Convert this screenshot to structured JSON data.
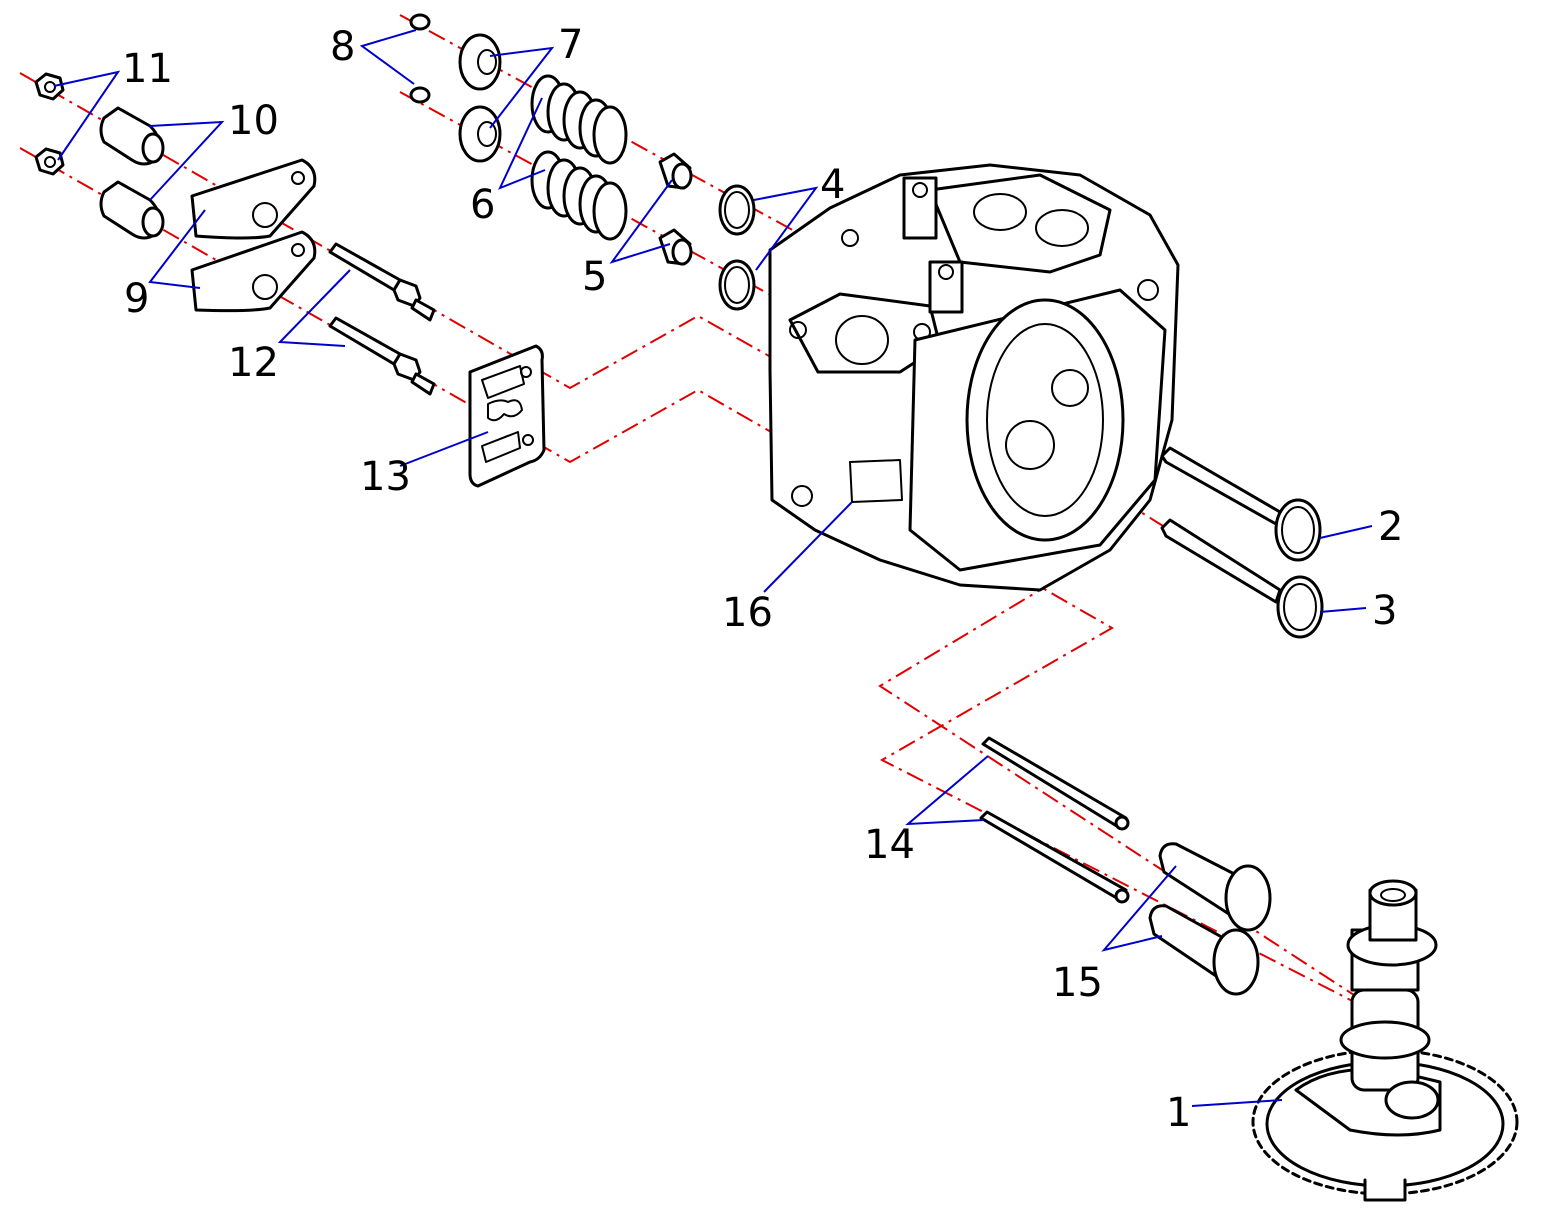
{
  "callouts": {
    "c1": "1",
    "c2": "2",
    "c3": "3",
    "c4": "4",
    "c5": "5",
    "c6": "6",
    "c7": "7",
    "c8": "8",
    "c9": "9",
    "c10": "10",
    "c11": "11",
    "c12": "12",
    "c13": "13",
    "c14": "14",
    "c15": "15",
    "c16": "16"
  },
  "colors": {
    "axis_line": "#e00000",
    "leader_line": "#0000cc",
    "part_outline": "#000000"
  },
  "parts": [
    "camshaft-gear-icon",
    "valve-icon",
    "valve-icon",
    "valve-seal-ring-icon",
    "valve-guide-icon",
    "valve-spring-icon",
    "spring-retainer-icon",
    "valve-cotter-icon",
    "rocker-arm-icon",
    "rocker-pivot-icon",
    "nut-icon",
    "stud-icon",
    "gasket-icon",
    "push-rod-icon",
    "tappet-icon",
    "cylinder-head-icon"
  ]
}
